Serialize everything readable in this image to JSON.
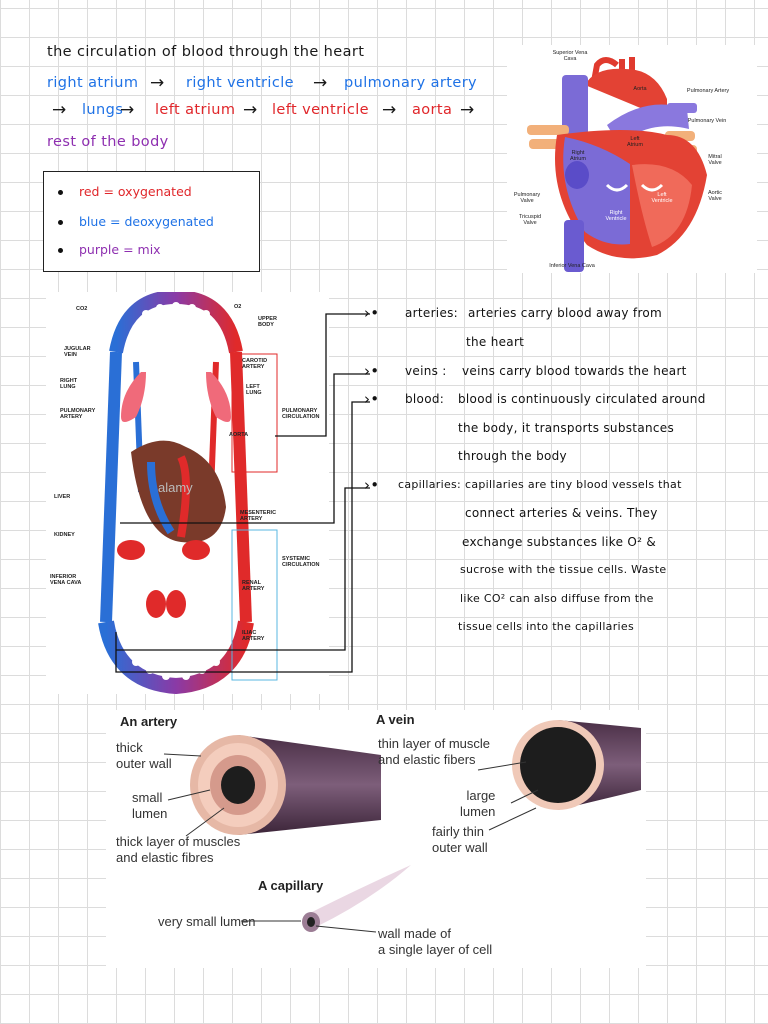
{
  "notes": {
    "title": "the circulation of blood through the heart",
    "path1_a": "right atrium",
    "path1_b": "right ventricle",
    "path1_c": "pulmonary artery",
    "path2_a": "lungs",
    "path2_b": "left atrium",
    "path2_c": "left ventricle",
    "path2_d": "aorta",
    "path3": "rest of the body",
    "arrow": "→"
  },
  "legend": [
    {
      "text": "red = oxygenated",
      "color": "#e0262a"
    },
    {
      "text": "blue = deoxygenated",
      "color": "#1f72e6"
    },
    {
      "text": "purple = mix",
      "color": "#8e2fb0"
    }
  ],
  "heart_labels": {
    "superior_vena_cava": "Superior Vena Cava",
    "aorta": "Aorta",
    "pulmonary_artery": "Pulmonary Artery",
    "pulmonary_vein": "Pulmonary Vein",
    "right_atrium": "Right Atrium",
    "left_atrium": "Left Atrium",
    "mitral_valve": "Mitral Valve",
    "aortic_valve": "Aortic Valve",
    "left_ventricle": "Left Ventricle",
    "pulmonary_valve": "Pulmonary Valve",
    "tricuspid_valve": "Tricuspid Valve",
    "right_ventricle": "Right Ventricle",
    "inferior_vena_cava": "Inferior Vena Cava"
  },
  "circulation_labels": {
    "co2": "CO2",
    "o2": "O2",
    "upper_body": "UPPER BODY",
    "jugular_vein": "JUGULAR VEIN",
    "carotid_artery": "CAROTID ARTERY",
    "right_lung": "RIGHT LUNG",
    "left_lung": "LEFT LUNG",
    "pulmonary_artery": "PULMONARY ARTERY",
    "pulmonary_circulation": "PULMONARY CIRCULATION",
    "aorta": "AORTA",
    "liver": "LIVER",
    "mesenteric_artery": "MESENTERIC ARTERY",
    "kidney": "KIDNEY",
    "systemic_circulation": "SYSTEMIC CIRCULATION",
    "inferior_vena_cava": "INFERIOR VENA CAVA",
    "renal_artery": "RENAL ARTERY",
    "iliac_artery": "ILIAC ARTERY",
    "watermark": "alamy"
  },
  "definitions": {
    "arteries_term": "arteries:",
    "arteries_1": "arteries carry blood away from",
    "arteries_2": "the heart",
    "veins_term": "veins :",
    "veins_1": "veins carry blood towards the heart",
    "blood_term": "blood:",
    "blood_1": "blood is continuously circulated around",
    "blood_2": "the body, it transports substances",
    "blood_3": "through the body",
    "capillaries_term": "capillaries:",
    "cap_1": "capillaries are tiny blood vessels that",
    "cap_2": "connect arteries & veins. They",
    "cap_3": "exchange substances like O² &",
    "cap_4": "sucrose with the tissue cells. Waste",
    "cap_5": "like CO² can also diffuse from the",
    "cap_6": "tissue cells into the capillaries"
  },
  "vessels": {
    "artery_title": "An artery",
    "artery_wall": "thick\nouter wall",
    "artery_lumen": "small\nlumen",
    "artery_muscle": "thick layer of muscles\nand elastic fibres",
    "vein_title": "A vein",
    "vein_muscle": "thin layer of muscle\nand elastic fibers",
    "vein_lumen": "large\nlumen",
    "vein_wall": "fairly thin\nouter wall",
    "cap_title": "A capillary",
    "cap_lumen": "very small lumen",
    "cap_wall": "wall made of\na single layer of cell"
  }
}
